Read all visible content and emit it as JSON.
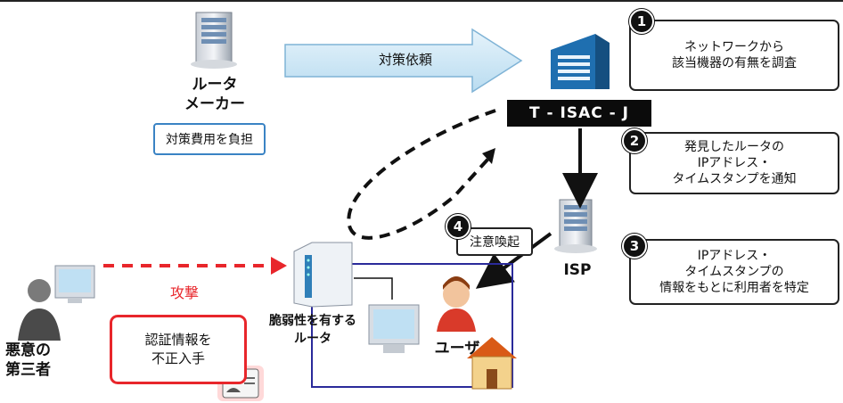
{
  "maker": {
    "name_line1": "ルータ",
    "name_line2": "メーカー",
    "cost": "対策費用を負担"
  },
  "request_label": "対策依頼",
  "tisac_label": "T - ISAC - J",
  "isp_label": "ISP",
  "steps": [
    {
      "num": "1",
      "lines": [
        "ネットワークから",
        "該当機器の有無を調査"
      ]
    },
    {
      "num": "2",
      "lines": [
        "発見したルータの",
        "IPアドレス・",
        "タイムスタンプを通知"
      ]
    },
    {
      "num": "3",
      "lines": [
        "IPアドレス・",
        "タイムスタンプの",
        "情報をもとに利用者を特定"
      ]
    },
    {
      "num": "4",
      "lines": [
        "注意喚起"
      ]
    }
  ],
  "attacker": {
    "line1": "悪意の",
    "line2": "第三者"
  },
  "attack_label": "攻撃",
  "credential": {
    "line1": "認証情報を",
    "line2": "不正入手"
  },
  "router": {
    "line1": "脆弱性を有する",
    "line2": "ルータ"
  },
  "user_label": "ユーザ",
  "colors": {
    "accent_blue": "#3a83c4",
    "attack_red": "#e8262b",
    "house_border": "#2a2a9a"
  }
}
